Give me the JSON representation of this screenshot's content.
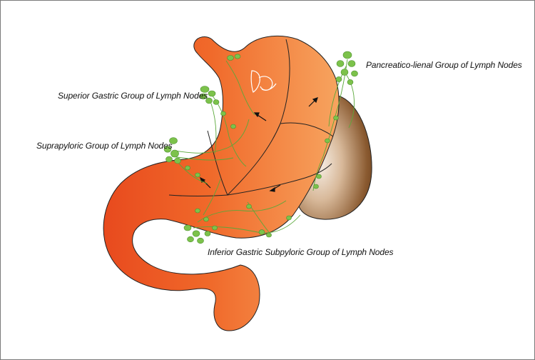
{
  "labels": {
    "superior_gastric": "Superior Gastric Group of Lymph Nodes",
    "suprapyloric": "Suprapyloric Group of Lymph Nodes",
    "pancreatico_lienal": "Pancreatico-lienal Group of Lymph Nodes",
    "inferior_gastric_subpyloric": "Inferior Gastric Subpyloric Group of Lymph Nodes"
  },
  "colors": {
    "stomach_dark": "#e84a1e",
    "stomach_light": "#f6a060",
    "spleen_dark": "#6b3f1c",
    "spleen_light": "#f2e6d8",
    "lymph_node": "#7cc24b",
    "lymph_vessel": "#5aa83a",
    "outline": "#222222",
    "arrow": "#111111"
  }
}
